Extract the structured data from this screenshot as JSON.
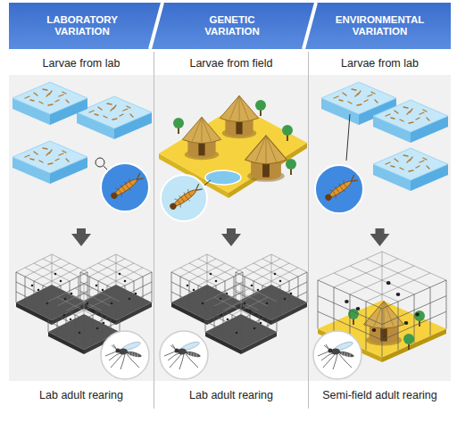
{
  "diagram": {
    "nodes": [
      {
        "text": [
          "LABORATORY VARIATION"
        ]
      },
      {
        "text": [
          "GENETIC VARIATION"
        ]
      },
      {
        "text": [
          "ENVIRONMENTAL VARIATION"
        ]
      },
      {
        "text": [
          "Larvae from lab"
        ]
      },
      {
        "text": [
          "Larvae from field"
        ]
      },
      {
        "text": [
          "Larvae from lab"
        ]
      },
      {
        "text": [
          "Lab adult rearing"
        ]
      },
      {
        "text": [
          "Lab adult rearing"
        ]
      },
      {
        "text": [
          "Semi-field adult rearing"
        ]
      }
    ],
    "edges": [
      {
        "from": 3,
        "to": 6,
        "arrow": "to"
      },
      {
        "from": 4,
        "to": 7,
        "arrow": "to"
      },
      {
        "from": 5,
        "to": 8,
        "arrow": "to"
      }
    ]
  }
}
